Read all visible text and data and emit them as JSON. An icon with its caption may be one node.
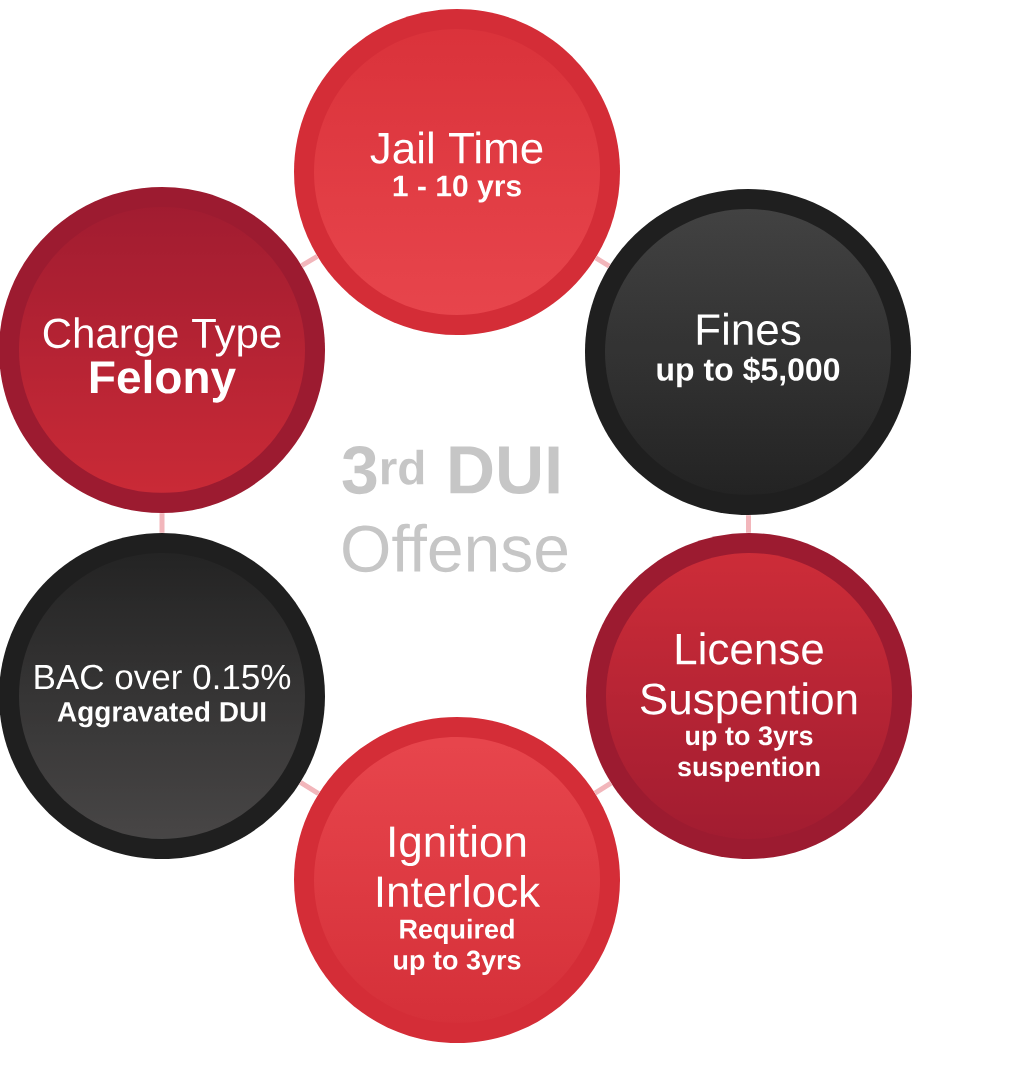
{
  "diagram": {
    "nodes": [
      {
        "text": [
          "Jail Time",
          "1 - 10 yrs"
        ]
      },
      {
        "text": [
          "Fines",
          "up to $5,000"
        ]
      },
      {
        "text": [
          "License Suspention",
          "up to 3yrs suspention"
        ]
      },
      {
        "text": [
          "Ignition Interlock",
          "Required up to 3yrs"
        ]
      },
      {
        "text": [
          "BAC over 0.15%",
          "Aggravated DUI"
        ]
      },
      {
        "text": [
          "Charge Type",
          "Felony"
        ]
      }
    ],
    "edges": [
      {
        "from": 0,
        "to": 1,
        "arrow": "none"
      },
      {
        "from": 1,
        "to": 2,
        "arrow": "none"
      },
      {
        "from": 2,
        "to": 3,
        "arrow": "none"
      },
      {
        "from": 3,
        "to": 4,
        "arrow": "none"
      },
      {
        "from": 4,
        "to": 5,
        "arrow": "none"
      },
      {
        "from": 5,
        "to": 0,
        "arrow": "none"
      }
    ],
    "labels": [
      "3$^{rd}$ DUI",
      "Offense"
    ]
  }
}
